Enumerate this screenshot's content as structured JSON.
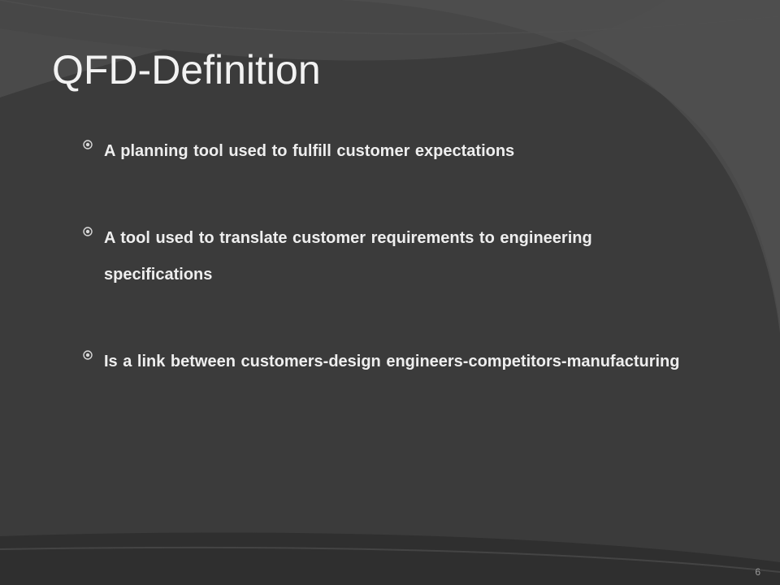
{
  "slide": {
    "title": "QFD-Definition",
    "bullets": [
      {
        "text": "A planning tool used to fulfill customer expectations"
      },
      {
        "text": "A tool used to translate customer requirements to engineering specifications"
      },
      {
        "text": "Is a link between  customers-design engineers-competitors-manufacturing"
      }
    ],
    "bullet_icon": "circled-dot-icon",
    "slide_number": "6"
  },
  "colors": {
    "background": "#3b3b3b",
    "background_light": "#4a4a4a",
    "background_dark": "#2f2f2f",
    "title": "#f2f2f2",
    "body_text": "#eeeeee",
    "bullet": "#d8d8d8",
    "slide_number": "#9a9a9a"
  }
}
